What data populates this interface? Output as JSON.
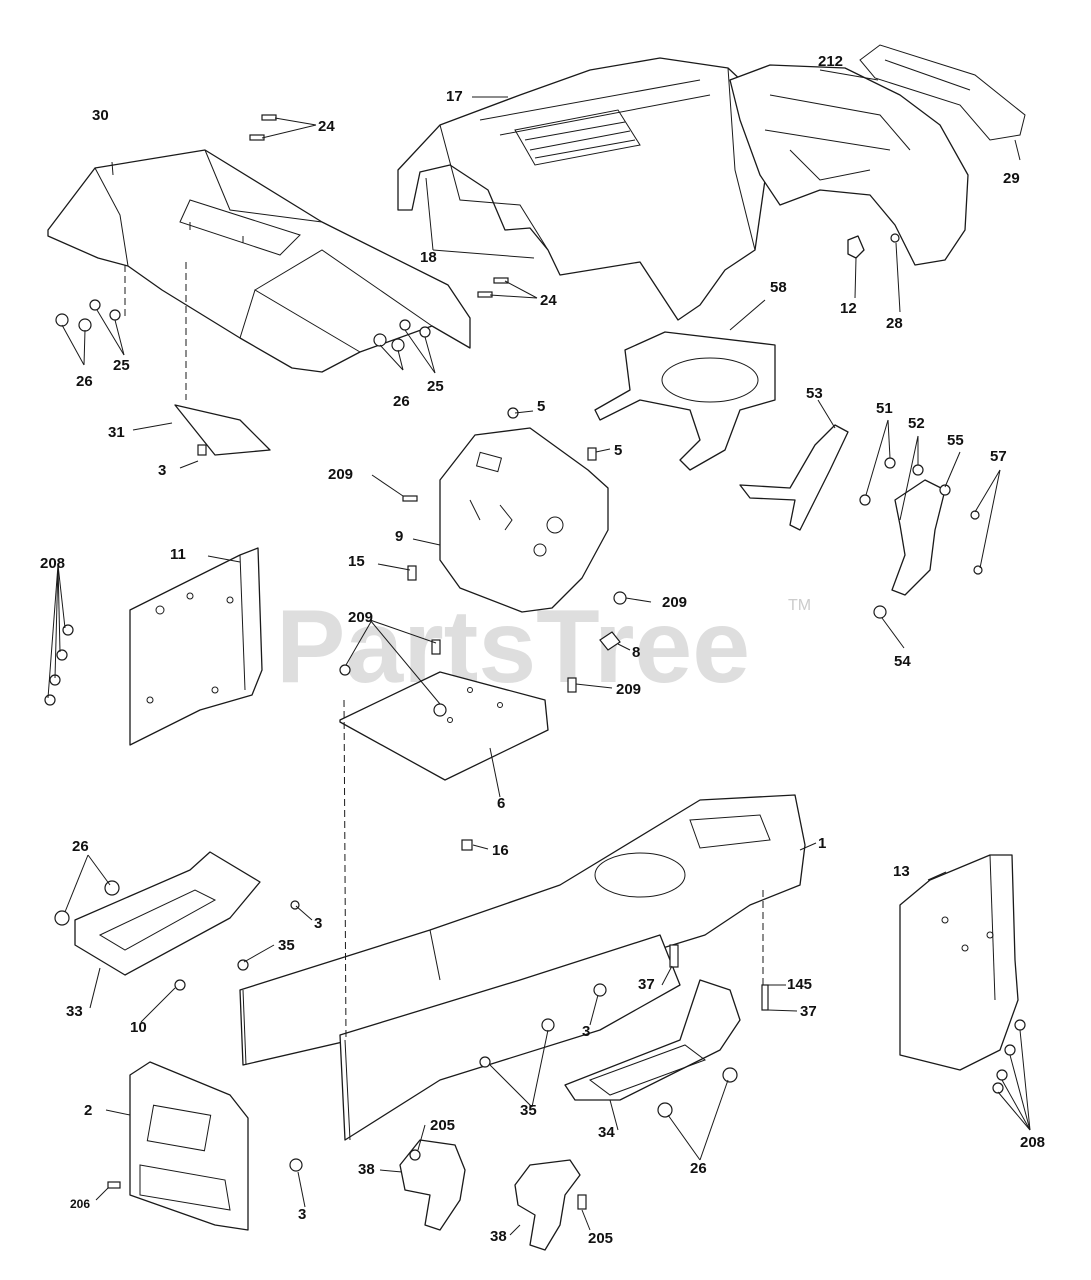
{
  "watermark": {
    "text": "PartsTree",
    "tm": "TM"
  },
  "callouts": {
    "c1": "1",
    "c2": "2",
    "c3a": "3",
    "c3b": "3",
    "c3c": "3",
    "c3d": "3",
    "c5a": "5",
    "c5b": "5",
    "c6": "6",
    "c8": "8",
    "c9": "9",
    "c10": "10",
    "c11": "11",
    "c12": "12",
    "c13": "13",
    "c15": "15",
    "c16": "16",
    "c17": "17",
    "c18": "18",
    "c24a": "24",
    "c24b": "24",
    "c25a": "25",
    "c25b": "25",
    "c26a": "26",
    "c26b": "26",
    "c26c": "26",
    "c26d": "26",
    "c28": "28",
    "c29": "29",
    "c30": "30",
    "c31": "31",
    "c33": "33",
    "c34": "34",
    "c35a": "35",
    "c35b": "35",
    "c37a": "37",
    "c37b": "37",
    "c38a": "38",
    "c38b": "38",
    "c51": "51",
    "c52": "52",
    "c53": "53",
    "c54": "54",
    "c55": "55",
    "c57": "57",
    "c58": "58",
    "c145": "145",
    "c205a": "205",
    "c205b": "205",
    "c206": "206",
    "c208a": "208",
    "c208b": "208",
    "c209a": "209",
    "c209b": "209",
    "c209c": "209",
    "c209d": "209",
    "c212": "212"
  }
}
